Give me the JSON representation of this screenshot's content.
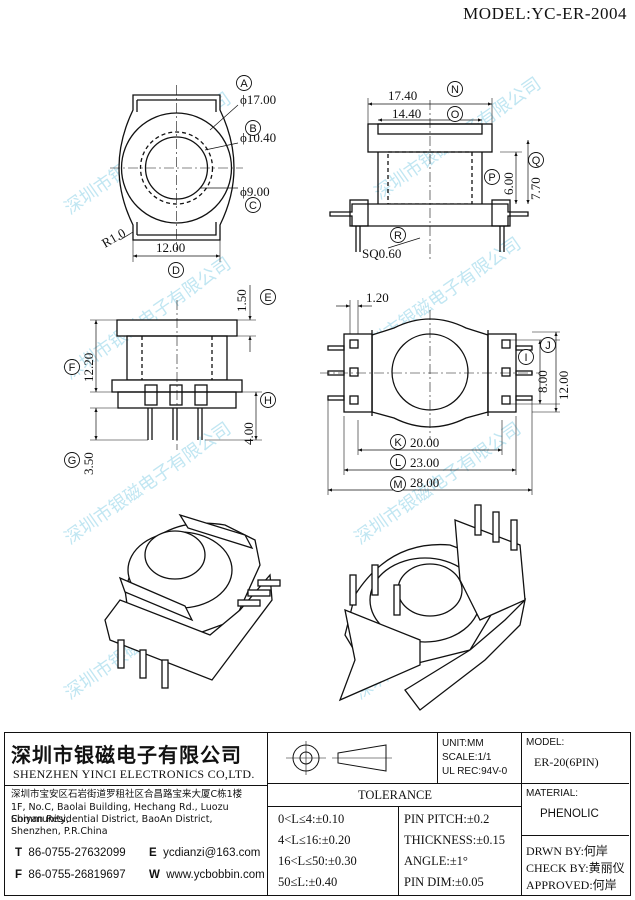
{
  "model_title": "MODEL:YC-ER-2004",
  "dimensions": {
    "top_view": {
      "d17": "ϕ17.00",
      "d1040": "ϕ10.40",
      "d9": "ϕ9.00",
      "r1": "R1.0",
      "w12": "12.00"
    },
    "side_view": {
      "w1740": "17.40",
      "w1440": "14.40",
      "h600": "6.00",
      "h770": "7.70",
      "sq": "SQ0.60"
    },
    "front_view": {
      "h150": "1.50",
      "h1220": "12.20",
      "h400": "4.00",
      "h350": "3.50"
    },
    "bottom_view": {
      "w120": "1.20",
      "h800": "8.00",
      "h1200": "12.00",
      "w2000": "20.00",
      "w2300": "23.00",
      "w2800": "28.00"
    }
  },
  "callouts": [
    "A",
    "B",
    "C",
    "D",
    "E",
    "F",
    "G",
    "H",
    "I",
    "J",
    "K",
    "L",
    "M",
    "N",
    "O",
    "P",
    "Q",
    "R"
  ],
  "watermark": "深圳市银磁电子有限公司",
  "company": {
    "name_cn": "深圳市银磁电子有限公司",
    "name_en": "SHENZHEN YINCI ELECTRONICS CO,LTD.",
    "address_cn": "深圳市宝安区石岩街道罗租社区合昌路宝来大厦C栋1楼",
    "address_en_1": "1F, No.C, Baolai Building, Hechang Rd., Luozu Community,",
    "address_en_2": "Shiyan Residential District, BaoAn District,",
    "address_en_3": "Shenzhen, P.R.China",
    "tel_label": "T",
    "tel": "86-0755-27632099",
    "fax_label": "F",
    "fax": "86-0755-26819697",
    "email_label": "E",
    "email": "ycdianzi@163.com",
    "web_label": "W",
    "web": "www.ycbobbin.com"
  },
  "spec": {
    "unit": "UNIT:MM",
    "scale": "SCALE:1/1",
    "ul": "UL REC:94V-0",
    "model_label": "MODEL:",
    "model_value": "ER-20(6PIN)",
    "material_label": "MATERIAL:",
    "material_value": "PHENOLIC",
    "drwn": "DRWN BY:何岸",
    "check": "CHECK BY:黄丽仪",
    "approved": "APPROVED:何岸"
  },
  "tolerance": {
    "title": "TOLERANCE",
    "left": [
      "0<L≤4:±0.10",
      "4<L≤16:±0.20",
      "16<L≤50:±0.30",
      "50≤L:±0.40"
    ],
    "right": [
      "PIN PITCH:±0.2",
      "THICKNESS:±0.15",
      "ANGLE:±1°",
      "PIN DIM:±0.05"
    ]
  }
}
